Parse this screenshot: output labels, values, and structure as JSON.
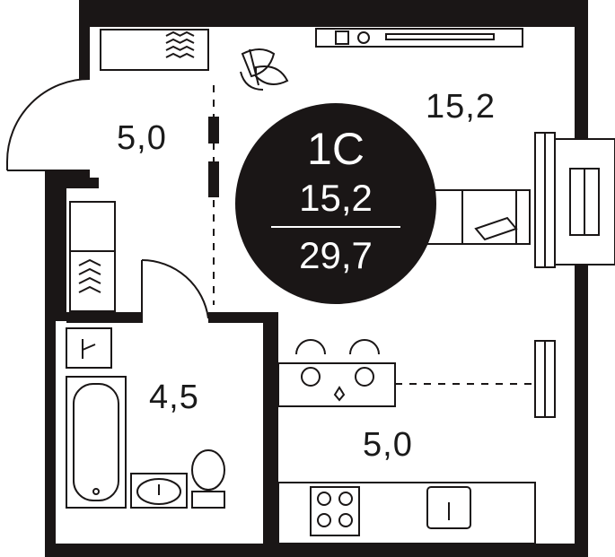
{
  "apartment": {
    "type": "1С",
    "living_area": "15,2",
    "total_area": "29,7"
  },
  "rooms": {
    "living_room": "15,2",
    "hallway": "5,0",
    "bathroom": "4,5",
    "kitchen": "5,0"
  },
  "colors": {
    "wall": "#1a1616",
    "badge": "#1a1616",
    "background": "#ffffff"
  }
}
